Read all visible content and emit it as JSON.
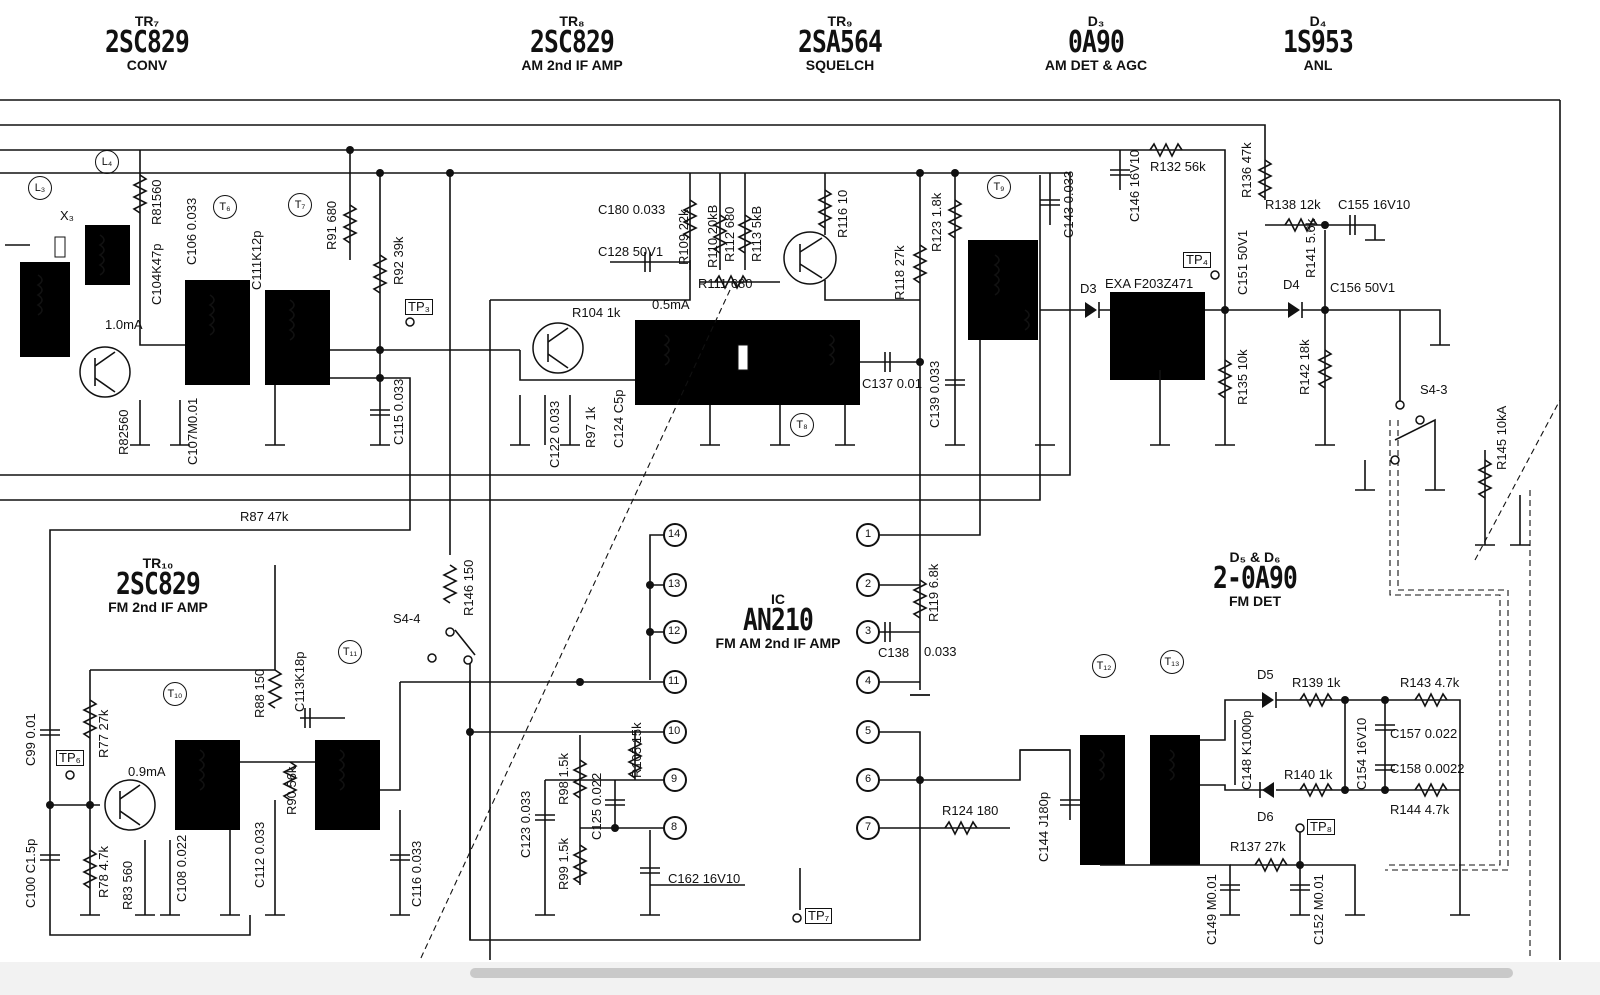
{
  "headers": [
    {
      "ref": "TR₇",
      "part": "2SC829",
      "fn": "CONV"
    },
    {
      "ref": "TR₈",
      "part": "2SC829",
      "fn": "AM 2nd IF AMP"
    },
    {
      "ref": "TR₉",
      "part": "2SA564",
      "fn": "SQUELCH"
    },
    {
      "ref": "D₃",
      "part": "0A90",
      "fn": "AM DET & AGC"
    },
    {
      "ref": "D₄",
      "part": "1S953",
      "fn": "ANL"
    },
    {
      "ref": "TR₁₀",
      "part": "2SC829",
      "fn": "FM 2nd IF AMP"
    },
    {
      "ref": "D₅ & D₆",
      "part": "2-0A90",
      "fn": "FM DET"
    }
  ],
  "ic": {
    "ref": "IC",
    "part": "AN210",
    "fn": "FM AM 2nd IF AMP",
    "pins_left": [
      "14",
      "13",
      "12",
      "11",
      "10",
      "9",
      "8"
    ],
    "pins_right": [
      "1",
      "2",
      "3",
      "4",
      "5",
      "6",
      "7"
    ]
  },
  "transformers": [
    "L₃",
    "L₄",
    "T₆",
    "T₇",
    "T₈",
    "T₉",
    "T₁₀",
    "T₁₁",
    "T₁₂",
    "T₁₃"
  ],
  "testpoints": [
    "TP₃",
    "TP₄",
    "TP₆",
    "TP₇",
    "TP₈"
  ],
  "labels": {
    "x3": "X₃",
    "r81": "R81560",
    "c104": "C104K47p",
    "c106": "C106 0.033",
    "c111": "C111K12p",
    "r91": "R91 680",
    "r92": "R92 39k",
    "c115": "C115 0.033",
    "r82": "R82560",
    "c107": "C107M0.01",
    "cur1": "1.0mA",
    "r87": "R87 47k",
    "c180": "C180 0.033",
    "c128": "C128 50V1",
    "r109": "R109 22k",
    "r110": "R110 20kB",
    "r112": "R112 680",
    "r113": "R113 5kB",
    "r111": "R111 680",
    "r116": "R116 10",
    "cur2": "0.5mA",
    "r104": "R104 1k",
    "c122": "C122 0.033",
    "r97": "R97 1k",
    "c124": "C124 C5p",
    "c137": "C137 0.01",
    "r118": "R118 27k",
    "r123": "R123 1.8k",
    "c143": "C143 0.033",
    "c146": "C146 16V10",
    "r132": "R132 56k",
    "r136": "R136 47k",
    "r138": "R138 12k",
    "c155": "C155 16V10",
    "c139": "C139 0.033",
    "exa": "EXA F203Z471",
    "c151": "C151 50V1",
    "r135": "R135 10k",
    "r141": "R141 5.6k",
    "c156": "C156 50V1",
    "r142": "R142 18k",
    "s43": "S4-3",
    "r145": "R145 10kA",
    "r119": "R119 6.8k",
    "c138": "C138",
    "c138v": "0.033",
    "r146": "R146 150",
    "s44": "S4-4",
    "r88": "R88 150",
    "c113": "C113K18p",
    "c99": "C99 0.01",
    "r77": "R77 27k",
    "cur3": "0.9mA",
    "r78": "R78 4.7k",
    "c100": "C100 C1.5p",
    "r83": "R83 560",
    "c108": "C108 0.022",
    "c112": "C112 0.033",
    "r90": "R90 56k",
    "c116": "C116 0.033",
    "c123": "C123 0.033",
    "r98": "R98 1.5k",
    "c125": "C125 0.022",
    "r105": "R105 15k",
    "r99": "R99 1.5k",
    "c162": "C162 16V10",
    "r124": "R124 180",
    "c144": "C144 J180p",
    "c148": "C148 K1000p",
    "r139": "R139 1k",
    "r143": "R143 4.7k",
    "c154": "C154 16V10",
    "c157": "C157 0.022",
    "r140": "R140 1k",
    "c158": "C158 0.0022",
    "r144": "R144 4.7k",
    "r137": "R137 27k",
    "c149": "C149 M0.01",
    "c152": "C152 M0.01",
    "d3": "D3",
    "d4": "D4",
    "d5": "D5",
    "d6": "D6"
  }
}
